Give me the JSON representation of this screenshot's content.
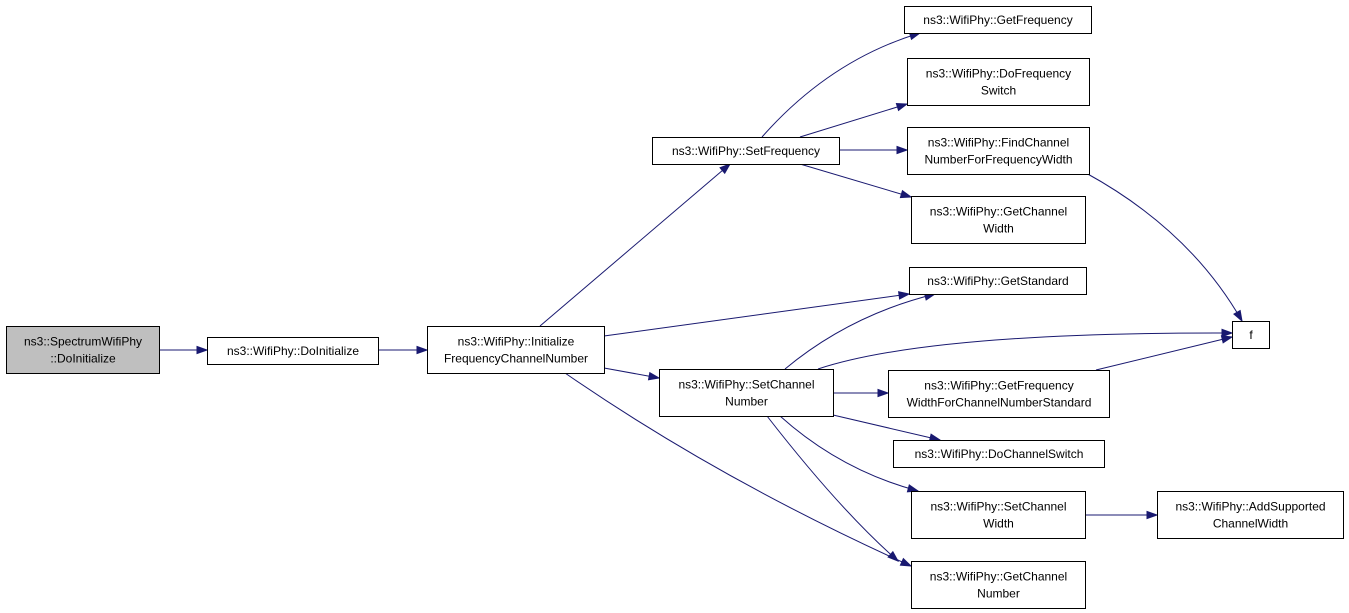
{
  "graph": {
    "nodes": [
      {
        "id": "spectrum_doinit",
        "lines": [
          "ns3::SpectrumWifiPhy",
          "::DoInitialize"
        ],
        "root": true
      },
      {
        "id": "doinit",
        "lines": [
          "ns3::WifiPhy::DoInitialize"
        ]
      },
      {
        "id": "init_freq",
        "lines": [
          "ns3::WifiPhy::Initialize",
          "FrequencyChannelNumber"
        ]
      },
      {
        "id": "set_freq",
        "lines": [
          "ns3::WifiPhy::SetFrequency"
        ]
      },
      {
        "id": "get_freq",
        "lines": [
          "ns3::WifiPhy::GetFrequency"
        ]
      },
      {
        "id": "do_freq_switch",
        "lines": [
          "ns3::WifiPhy::DoFrequency",
          "Switch"
        ]
      },
      {
        "id": "find_chan",
        "lines": [
          "ns3::WifiPhy::FindChannel",
          "NumberForFrequencyWidth"
        ]
      },
      {
        "id": "get_chan_width",
        "lines": [
          "ns3::WifiPhy::GetChannel",
          "Width"
        ]
      },
      {
        "id": "get_standard",
        "lines": [
          "ns3::WifiPhy::GetStandard"
        ]
      },
      {
        "id": "f",
        "lines": [
          "f"
        ]
      },
      {
        "id": "set_chan_num",
        "lines": [
          "ns3::WifiPhy::SetChannel",
          "Number"
        ]
      },
      {
        "id": "get_freq_width_std",
        "lines": [
          "ns3::WifiPhy::GetFrequency",
          "WidthForChannelNumberStandard"
        ]
      },
      {
        "id": "do_chan_switch",
        "lines": [
          "ns3::WifiPhy::DoChannelSwitch"
        ]
      },
      {
        "id": "set_chan_width",
        "lines": [
          "ns3::WifiPhy::SetChannel",
          "Width"
        ]
      },
      {
        "id": "add_supported",
        "lines": [
          "ns3::WifiPhy::AddSupported",
          "ChannelWidth"
        ]
      },
      {
        "id": "get_chan_num",
        "lines": [
          "ns3::WifiPhy::GetChannel",
          "Number"
        ]
      }
    ],
    "edges": [
      {
        "from": "spectrum_doinit",
        "to": "doinit"
      },
      {
        "from": "doinit",
        "to": "init_freq"
      },
      {
        "from": "init_freq",
        "to": "set_freq"
      },
      {
        "from": "init_freq",
        "to": "get_standard"
      },
      {
        "from": "init_freq",
        "to": "set_chan_num"
      },
      {
        "from": "init_freq",
        "to": "get_chan_num"
      },
      {
        "from": "set_freq",
        "to": "get_freq"
      },
      {
        "from": "set_freq",
        "to": "do_freq_switch"
      },
      {
        "from": "set_freq",
        "to": "find_chan"
      },
      {
        "from": "set_freq",
        "to": "get_chan_width"
      },
      {
        "from": "find_chan",
        "to": "f"
      },
      {
        "from": "set_chan_num",
        "to": "get_standard"
      },
      {
        "from": "set_chan_num",
        "to": "f"
      },
      {
        "from": "set_chan_num",
        "to": "get_freq_width_std"
      },
      {
        "from": "set_chan_num",
        "to": "do_chan_switch"
      },
      {
        "from": "set_chan_num",
        "to": "set_chan_width"
      },
      {
        "from": "set_chan_num",
        "to": "get_chan_num"
      },
      {
        "from": "get_freq_width_std",
        "to": "f"
      },
      {
        "from": "set_chan_width",
        "to": "add_supported"
      }
    ],
    "colors": {
      "edge": "#191970",
      "root_fill": "#bfbfbf",
      "node_fill": "#ffffff",
      "border": "#000000"
    }
  }
}
